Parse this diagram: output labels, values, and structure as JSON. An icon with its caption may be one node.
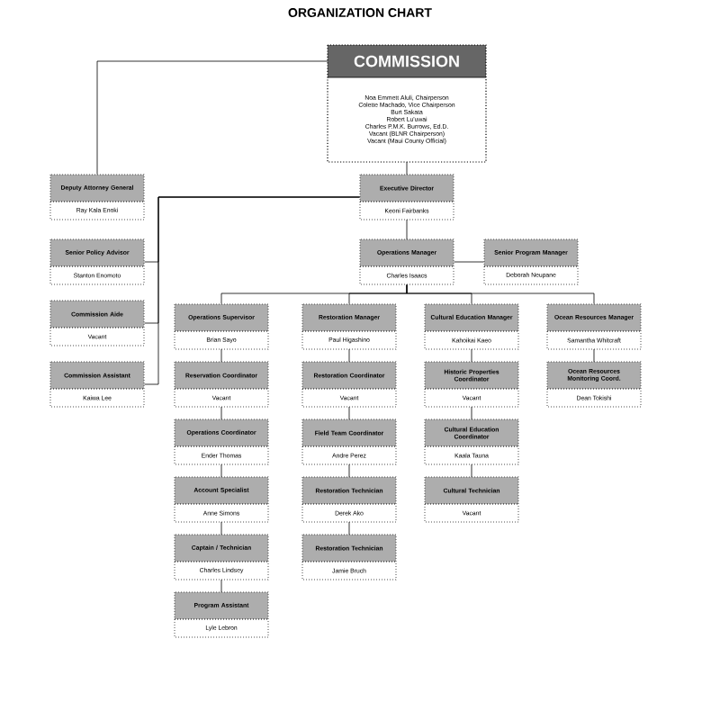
{
  "diagram": {
    "title": "ORGANIZATION CHART",
    "nodes": [
      {
        "text": [
          "COMMISSION",
          "Noa Emmett Aluli, Chairperson",
          "Colette Machado, Vice Chairperson",
          "Burt Sakata",
          "Robert Lu'uwai",
          "Charles P.M.K. Burrows, Ed.D.",
          "Vacant (BLNR Chairperson)",
          "Vacant (Maui County Official)"
        ]
      },
      {
        "text": [
          "Deputy Attorney General",
          "Ray Kala Enoki"
        ]
      },
      {
        "text": [
          "Executive Director",
          "Keoni Fairbanks"
        ]
      },
      {
        "text": [
          "Senior Policy Advisor",
          "Stanton Enomoto"
        ]
      },
      {
        "text": [
          "Commission Aide",
          "Vacant"
        ]
      },
      {
        "text": [
          "Commission Assistant",
          "Kaiwa Lee"
        ]
      },
      {
        "text": [
          "Operations Manager",
          "Charles Isaacs"
        ]
      },
      {
        "text": [
          "Senior Program Manager",
          "Deborah Neupane"
        ]
      },
      {
        "text": [
          "Operations Supervisor",
          "Brian Sayo"
        ]
      },
      {
        "text": [
          "Restoration Manager",
          "Paul Higashino"
        ]
      },
      {
        "text": [
          "Cultural Education Manager",
          "Kahoikai Kaeo"
        ]
      },
      {
        "text": [
          "Ocean Resources Manager",
          "Samantha Whitcraft"
        ]
      },
      {
        "text": [
          "Reservation Coordinator",
          "Vacant"
        ]
      },
      {
        "text": [
          "Restoration Coordinator",
          "Vacant"
        ]
      },
      {
        "text": [
          "Historic Properties Coordinator",
          "Vacant"
        ]
      },
      {
        "text": [
          "Ocean Resources Monitoring Coord.",
          "Dean Tokishi"
        ]
      },
      {
        "text": [
          "Operations Coordinator",
          "Ender Thomas"
        ]
      },
      {
        "text": [
          "Field Team Coordinator",
          "Andre Perez"
        ]
      },
      {
        "text": [
          "Cultural Education Coordinator",
          "Kaala Tauna"
        ]
      },
      {
        "text": [
          "Account Specialist",
          "Anne Simons"
        ]
      },
      {
        "text": [
          "Restoration Technician",
          "Derek Ako"
        ]
      },
      {
        "text": [
          "Cultural Technician",
          "Vacant"
        ]
      },
      {
        "text": [
          "Captain / Technician",
          "Charles Lindsey"
        ]
      },
      {
        "text": [
          "Restoration Technician",
          "Jamie Bruch"
        ]
      },
      {
        "text": [
          "Program Assistant",
          "Lyle Lebron"
        ]
      }
    ],
    "edges": [
      {
        "from": 0,
        "to": 1,
        "arrow": "none"
      },
      {
        "from": 0,
        "to": 2,
        "arrow": "none"
      },
      {
        "from": 2,
        "to": 3,
        "arrow": "none"
      },
      {
        "from": 2,
        "to": 4,
        "arrow": "none"
      },
      {
        "from": 2,
        "to": 5,
        "arrow": "none"
      },
      {
        "from": 2,
        "to": 6,
        "arrow": "none"
      },
      {
        "from": 6,
        "to": 7,
        "arrow": "none"
      },
      {
        "from": 6,
        "to": 8,
        "arrow": "none"
      },
      {
        "from": 6,
        "to": 9,
        "arrow": "none"
      },
      {
        "from": 6,
        "to": 10,
        "arrow": "none"
      },
      {
        "from": 6,
        "to": 11,
        "arrow": "none"
      },
      {
        "from": 8,
        "to": 12,
        "arrow": "none"
      },
      {
        "from": 12,
        "to": 16,
        "arrow": "none"
      },
      {
        "from": 16,
        "to": 19,
        "arrow": "none"
      },
      {
        "from": 19,
        "to": 22,
        "arrow": "none"
      },
      {
        "from": 22,
        "to": 24,
        "arrow": "none"
      },
      {
        "from": 9,
        "to": 13,
        "arrow": "none"
      },
      {
        "from": 13,
        "to": 17,
        "arrow": "none"
      },
      {
        "from": 17,
        "to": 20,
        "arrow": "none"
      },
      {
        "from": 20,
        "to": 23,
        "arrow": "none"
      },
      {
        "from": 10,
        "to": 14,
        "arrow": "none"
      },
      {
        "from": 14,
        "to": 18,
        "arrow": "none"
      },
      {
        "from": 18,
        "to": 21,
        "arrow": "none"
      },
      {
        "from": 11,
        "to": 15,
        "arrow": "none"
      }
    ]
  }
}
